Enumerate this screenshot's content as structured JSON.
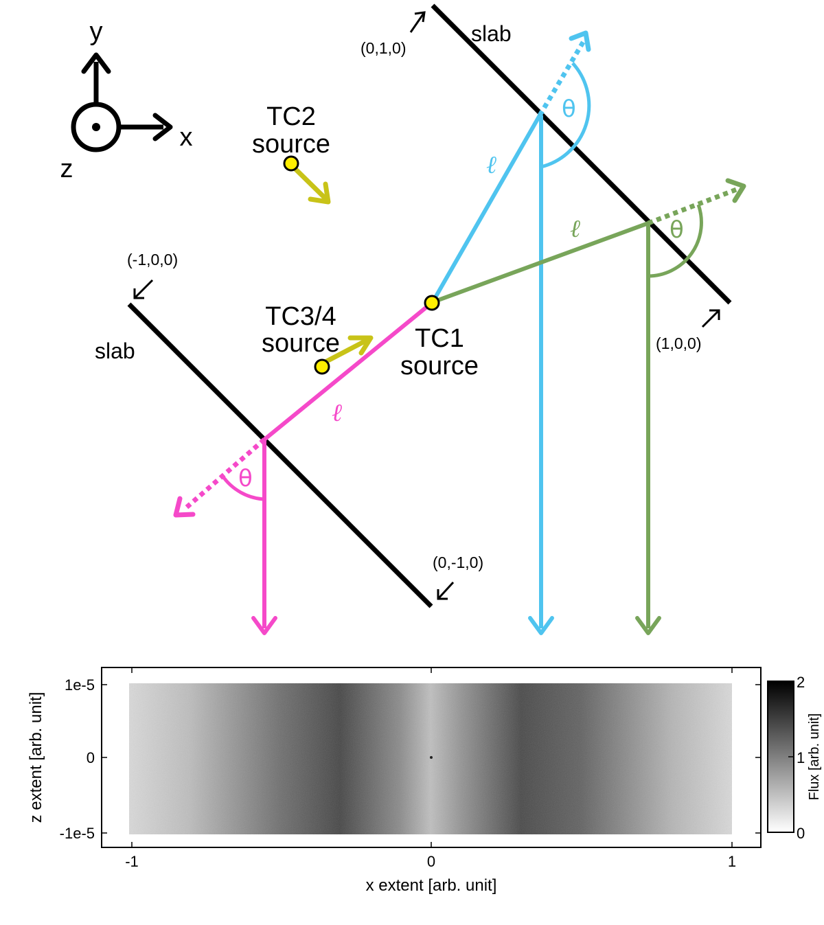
{
  "colors": {
    "cyan": "#4fc4ef",
    "green": "#78a55a",
    "magenta": "#f549c9",
    "olive": "#c8c318",
    "yellow": "#ffee00",
    "black": "#000000"
  },
  "axes_legend": {
    "y": "y",
    "x": "x",
    "z": "z"
  },
  "slab_top": {
    "label": "slab",
    "corner_top": "(0,1,0)",
    "corner_right": "(1,0,0)"
  },
  "slab_bottom": {
    "label": "slab",
    "corner_left": "(-1,0,0)",
    "corner_bottom": "(0,-1,0)"
  },
  "sources": {
    "tc1": {
      "line1": "TC1",
      "line2": "source"
    },
    "tc2": {
      "line1": "TC2",
      "line2": "source"
    },
    "tc34": {
      "line1": "TC3/4",
      "line2": "source"
    }
  },
  "rays": {
    "cyan": {
      "path_label": "ℓ",
      "angle_label": "θ"
    },
    "green": {
      "path_label": "ℓ",
      "angle_label": "θ"
    },
    "magenta": {
      "path_label": "ℓ",
      "angle_label": "θ"
    }
  },
  "detector": {
    "xlabel": "x extent [arb. unit]",
    "ylabel": "z extent [arb. unit]",
    "x_ticks": [
      "-1",
      "0",
      "1"
    ],
    "y_ticks": [
      "1e-5",
      "0",
      "-1e-5"
    ],
    "colorbar_label": "Flux [arb. unit]",
    "colorbar_ticks": [
      "2",
      "1",
      "0"
    ]
  }
}
